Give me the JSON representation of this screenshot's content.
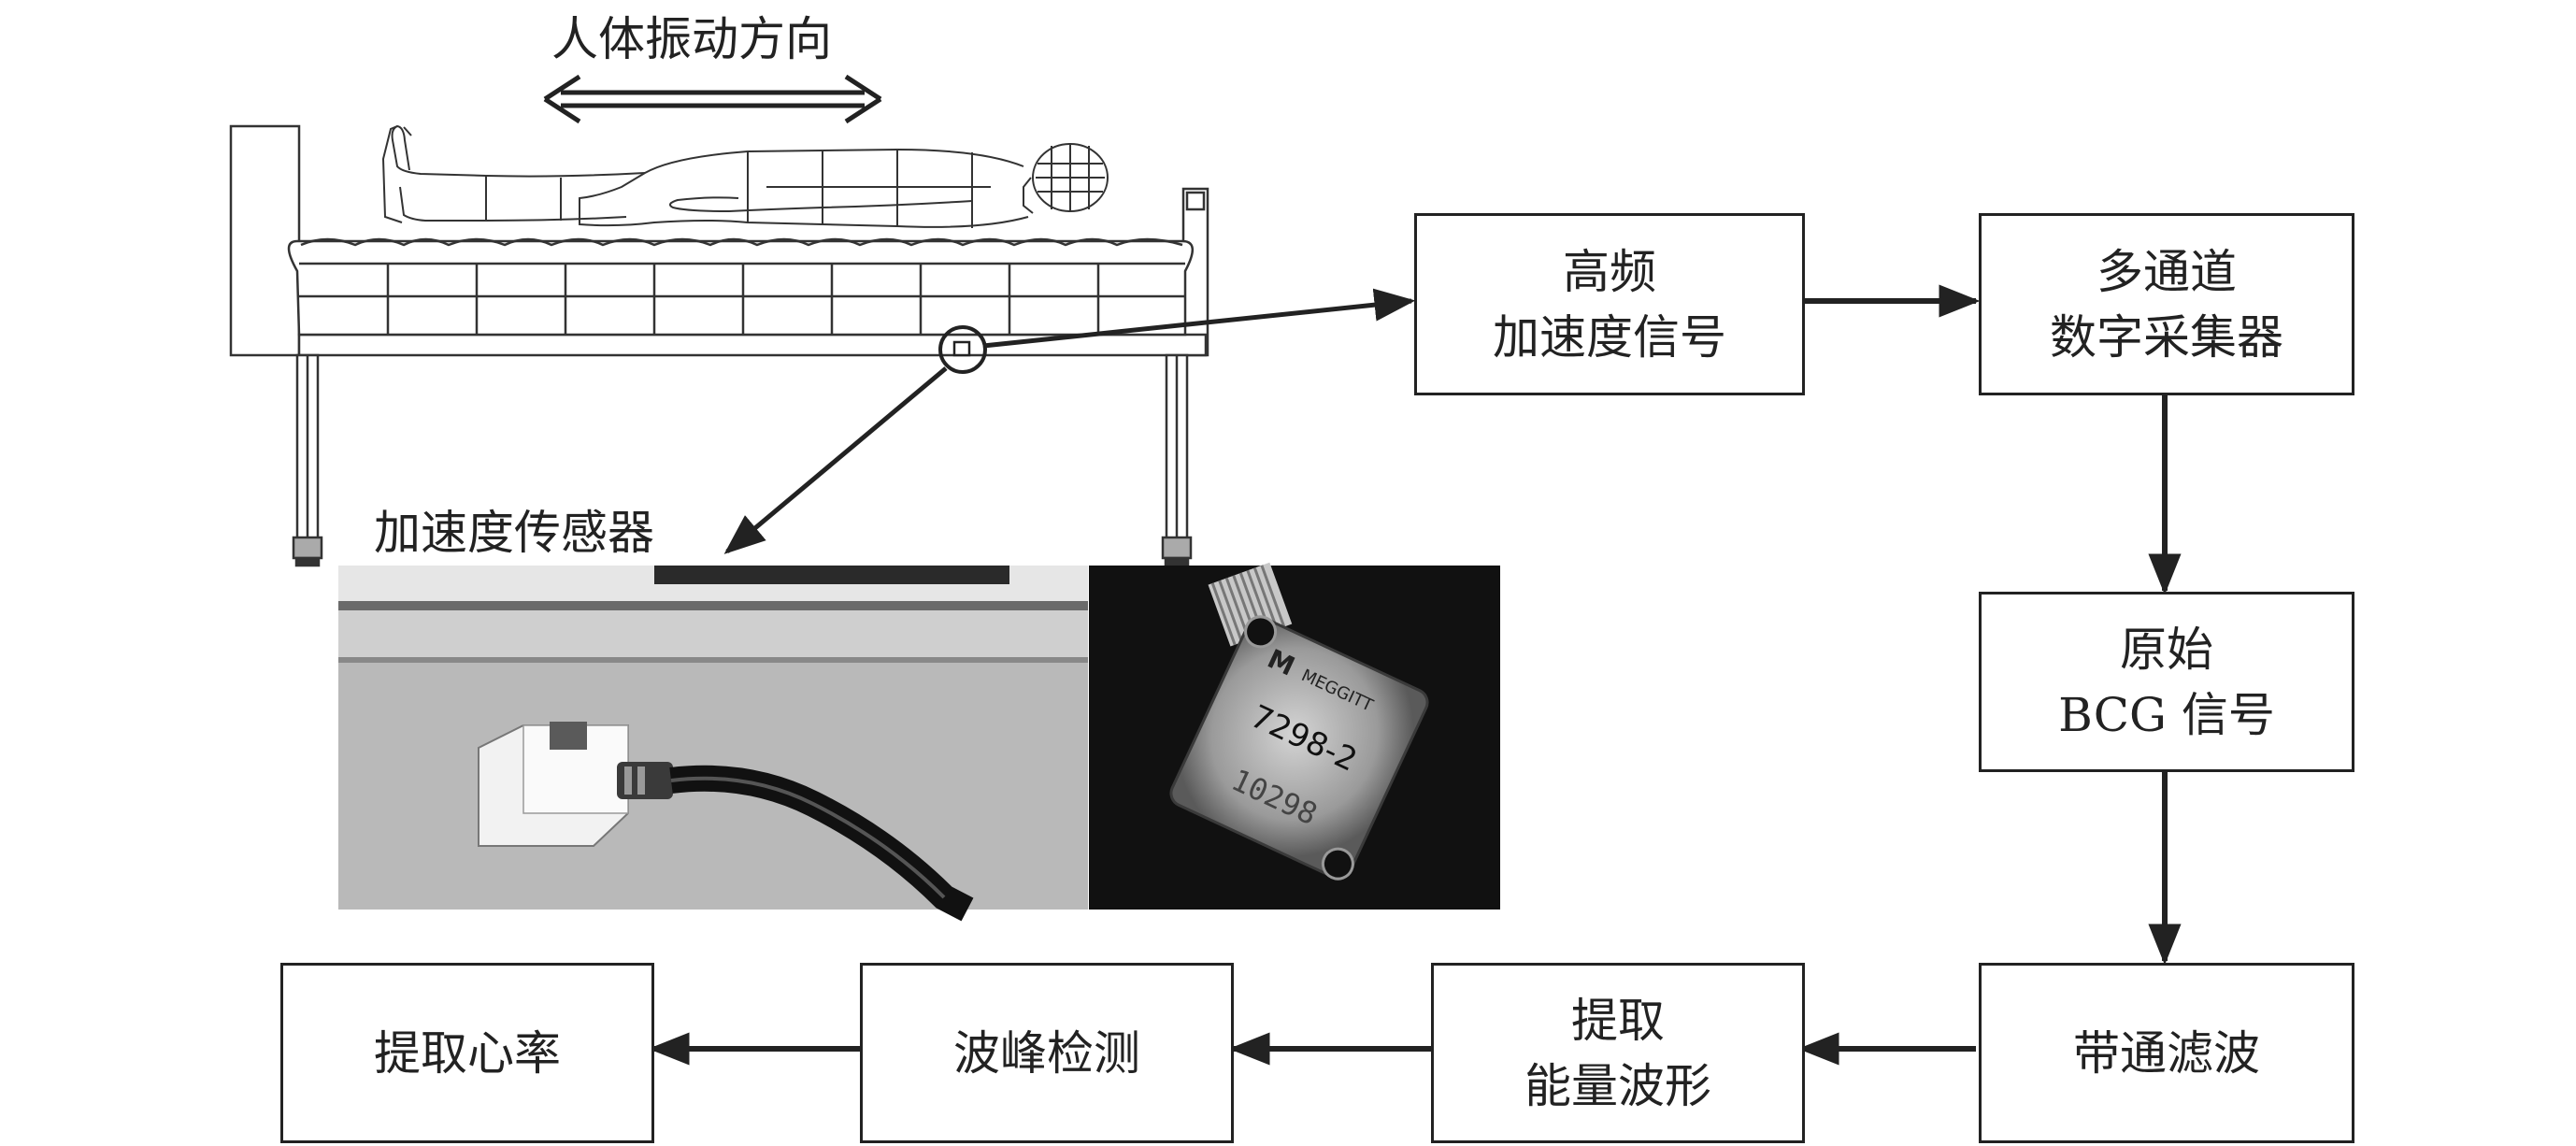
{
  "labels": {
    "vibration_direction": "人体振动方向",
    "sensor": "加速度传感器"
  },
  "boxes": {
    "high_freq": [
      "高频",
      "加速度信号"
    ],
    "daq": [
      "多通道",
      "数字采集器"
    ],
    "raw_bcg": [
      "原始",
      "BCG 信号"
    ],
    "bandpass": [
      "带通滤波"
    ],
    "energy": [
      "提取",
      "能量波形"
    ],
    "peak": [
      "波峰检测"
    ],
    "heart_rate": [
      "提取心率"
    ]
  },
  "photo_text": {
    "brand": "MEGGITT",
    "model": "7298-2",
    "serial": "10298"
  }
}
